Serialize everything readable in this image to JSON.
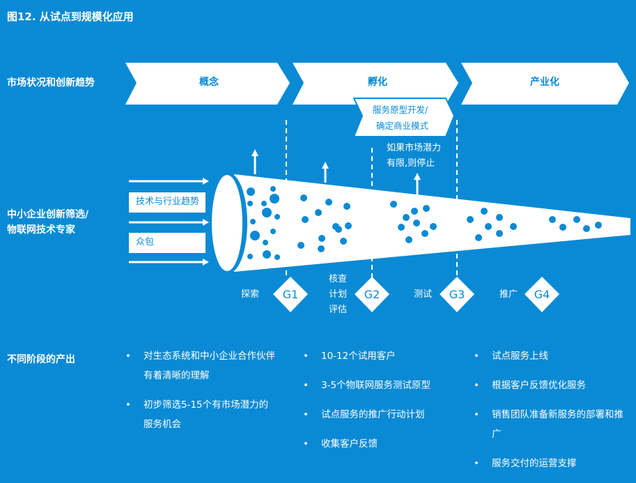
{
  "title": "图12. 从试点到规模化应用",
  "rows": {
    "market": "市场状况和创新趋势",
    "screening": [
      "中小企业创新筛选/",
      "物联网技术专家"
    ],
    "outputs": "不同阶段的产出"
  },
  "stages": [
    "概念",
    "孵化",
    "产业化"
  ],
  "sub_stage": [
    "服务原型开发/",
    "确定商业模式"
  ],
  "stop_note": [
    "如果市场潜力",
    "有限,则停止"
  ],
  "inputs": [
    "技术与行业趋势",
    "众包"
  ],
  "gates": [
    {
      "id": "G1",
      "label": [
        "探索"
      ]
    },
    {
      "id": "G2",
      "label": [
        "核查",
        "计划",
        "评估"
      ]
    },
    {
      "id": "G3",
      "label": [
        "测试"
      ]
    },
    {
      "id": "G4",
      "label": [
        "推广"
      ]
    }
  ],
  "outputs": [
    [
      "对生态系统和中小企业合作伙伴有着清晰的理解",
      "初步筛选5-15个有市场潜力的服务机会"
    ],
    [
      "10-12个试用客户",
      "3-5个物联网服务测试原型",
      "试点服务的推广行动计划",
      "收集客户反馈"
    ],
    [
      "试点服务上线",
      "根据客户反馈优化服务",
      "销售团队准备新服务的部署和推广",
      "服务交付的运营支撑"
    ]
  ],
  "colors": {
    "background": "#0a8ad4",
    "foreground": "#ffffff"
  }
}
